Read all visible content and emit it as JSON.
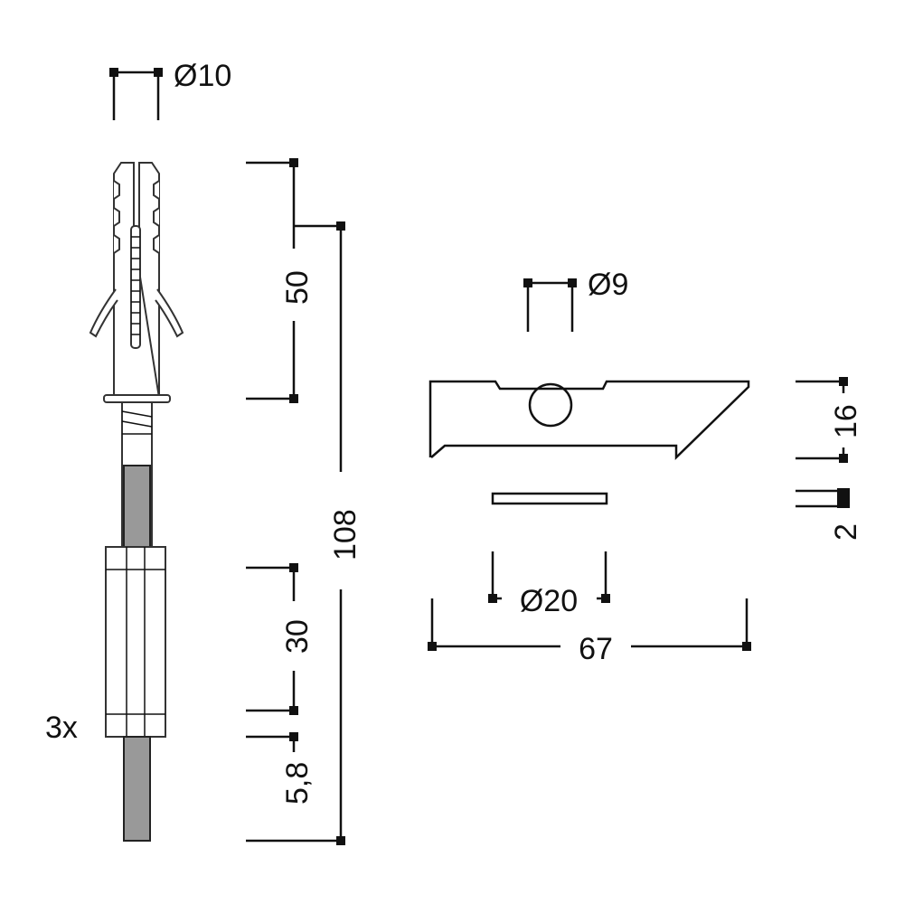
{
  "anchor": {
    "diameter_label": "Ø10",
    "plug_length_label": "50",
    "total_length_label": "108",
    "nut_length_label": "30",
    "thread_label": "5,8",
    "quantity_label": "3x"
  },
  "bracket": {
    "hole_label": "Ø9",
    "height_label": "16",
    "thickness_label": "2",
    "washer_label": "Ø20",
    "width_label": "67"
  },
  "colors": {
    "line": "#111111"
  }
}
